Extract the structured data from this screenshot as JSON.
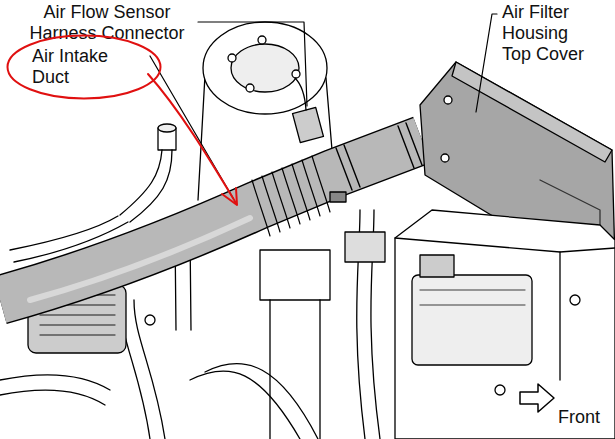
{
  "diagram": {
    "nodes": [
      {
        "text": [
          "Air Intake Duct"
        ]
      }
    ],
    "labels": [
      "Air Flow Sensor Harness Connector",
      "Air Filter Housing Top Cover",
      "Front"
    ]
  }
}
